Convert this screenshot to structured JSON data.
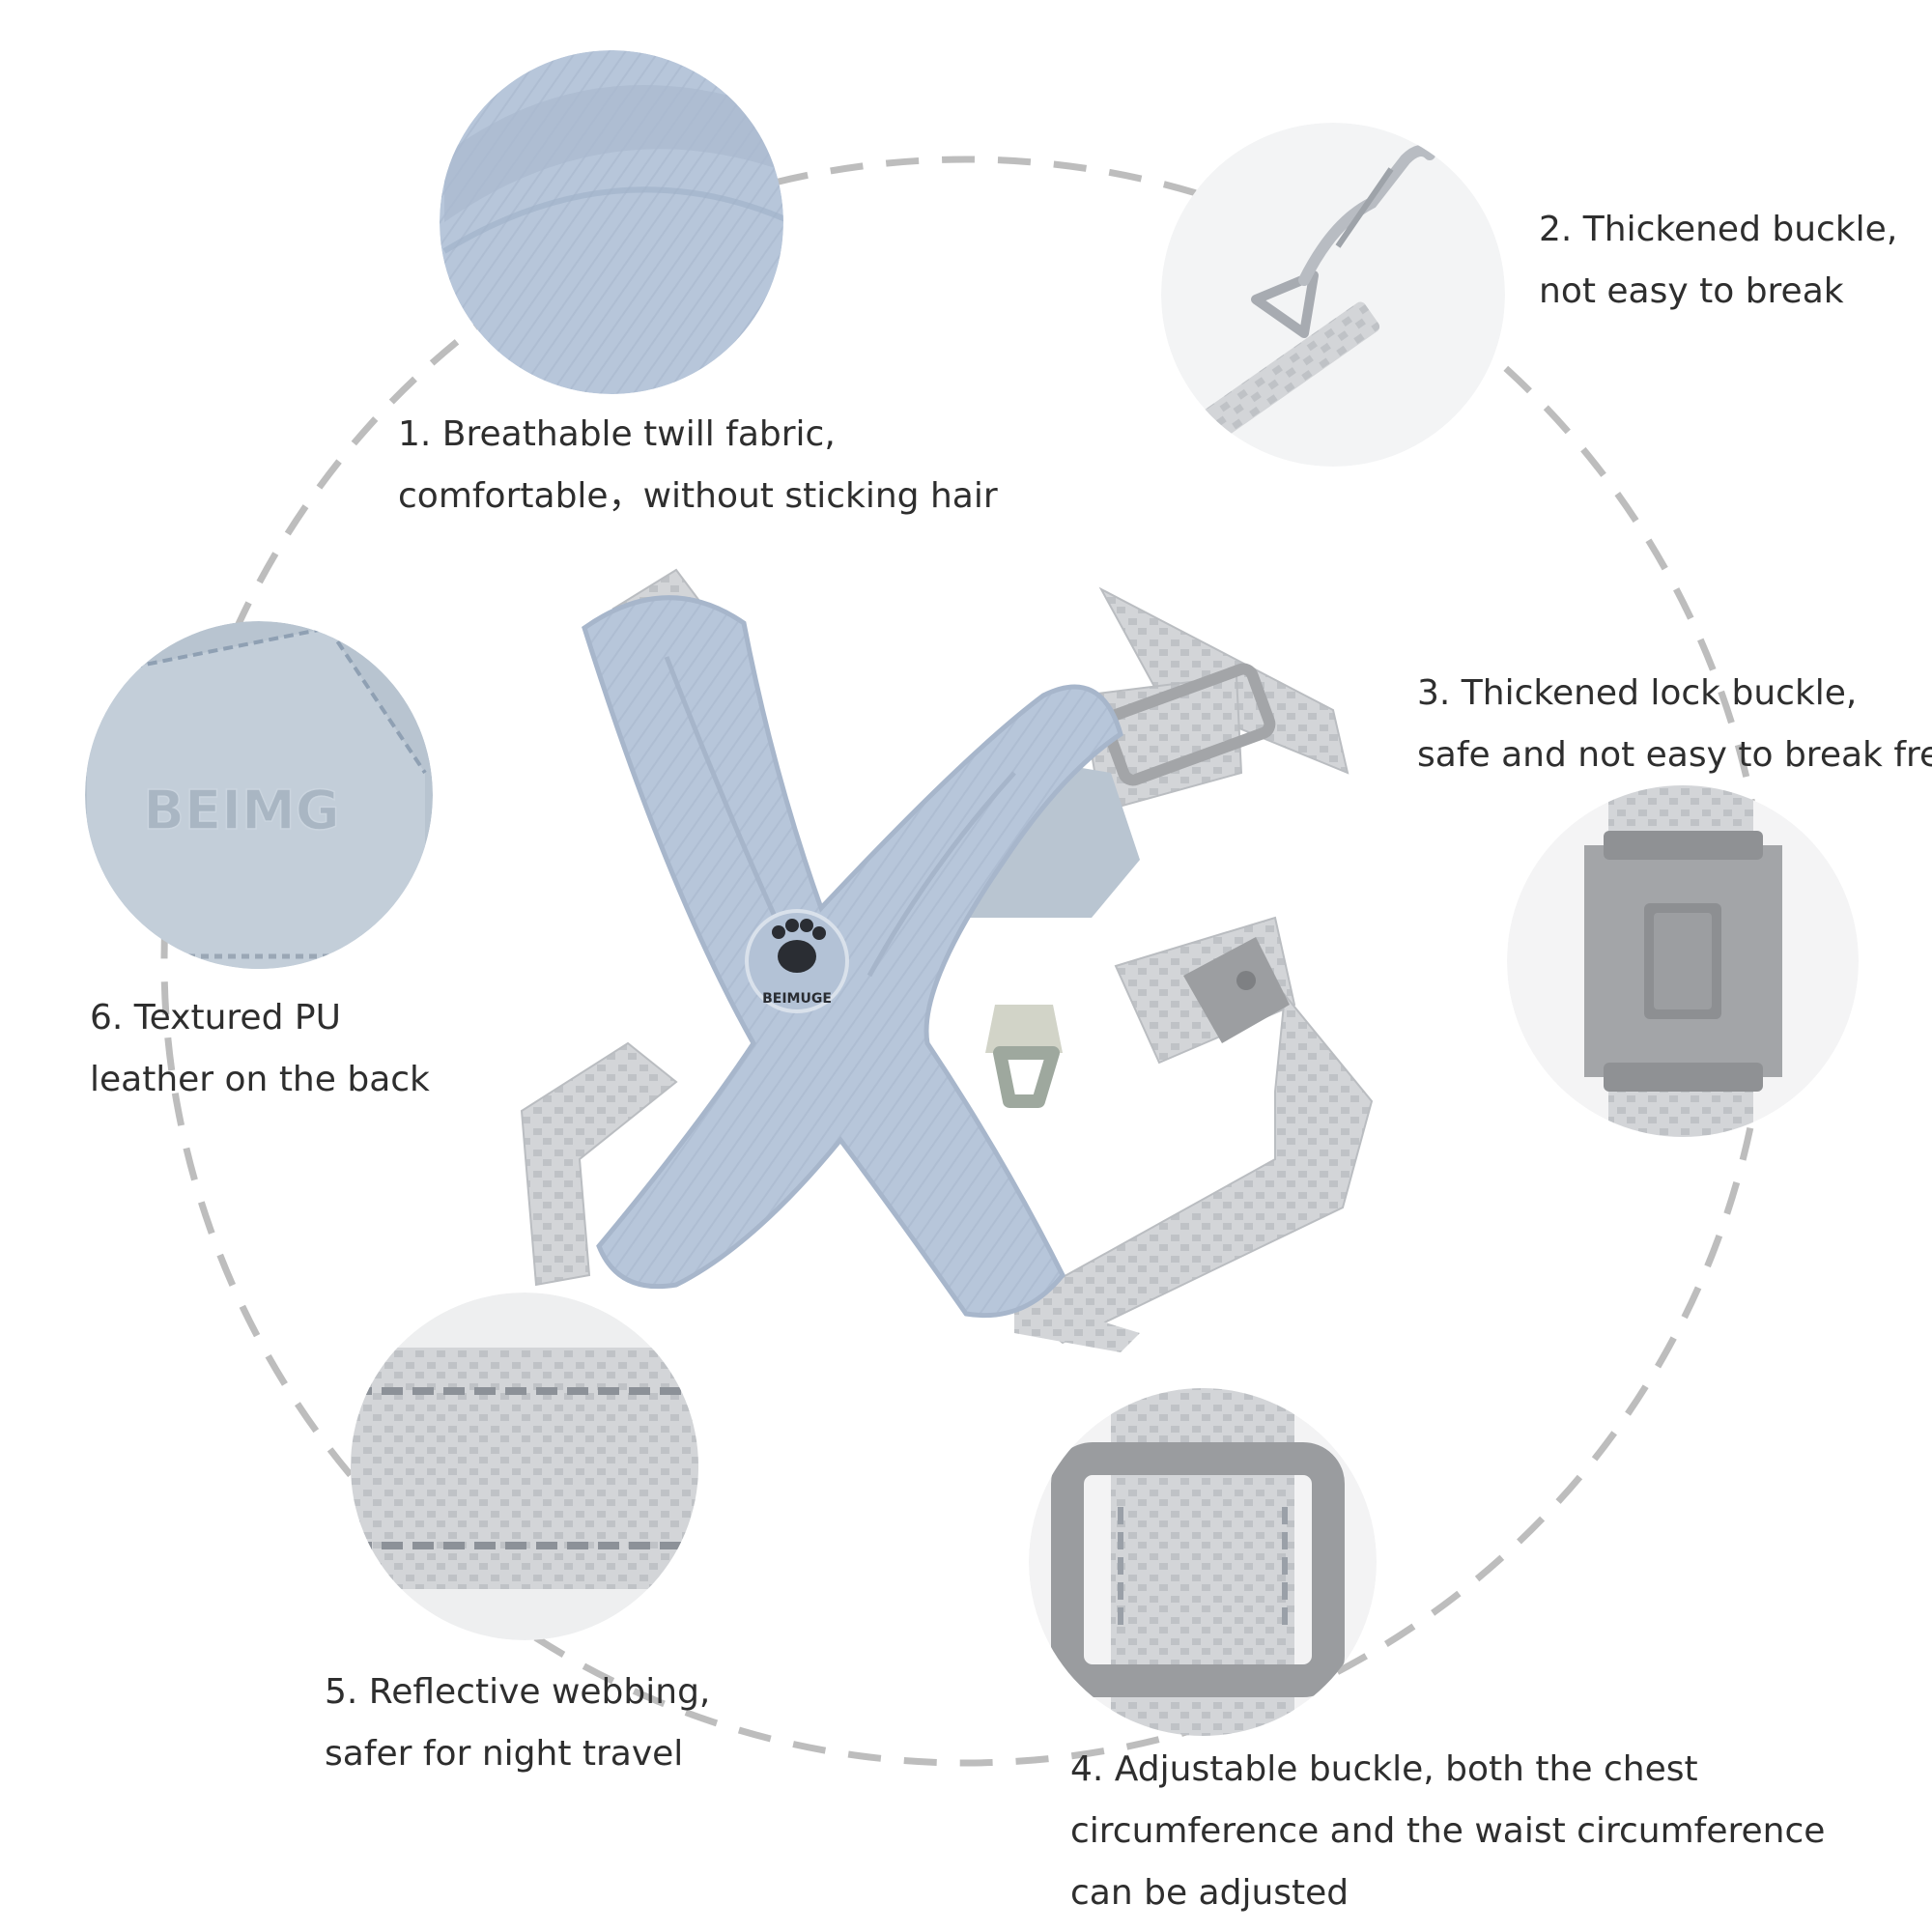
{
  "features": [
    {
      "id": 1,
      "line1": "1. Breathable twill fabric,",
      "line2": "comfortable，without sticking hair"
    },
    {
      "id": 2,
      "line1": "2. Thickened buckle,",
      "line2": "not easy to break"
    },
    {
      "id": 3,
      "line1": "3. Thickened lock buckle,",
      "line2": "safe and not easy to break free"
    },
    {
      "id": 4,
      "line1": "4. Adjustable buckle, both the chest",
      "line2": "circumference and the waist circumference",
      "line3": "can be adjusted"
    },
    {
      "id": 5,
      "line1": "5. Reflective webbing,",
      "line2": "safer for night travel"
    },
    {
      "id": 6,
      "line1": "6. Textured PU",
      "line2": "leather on the back"
    }
  ],
  "leather_emboss": "BEIMG",
  "logo_text": "BEIMUGE",
  "colors": {
    "fabric": "#b9c8dc",
    "webbing": "#c9ccd0",
    "buckle": "#9a9c9f",
    "metal": "#b8bcc2",
    "dashed_ring": "#bdbdbd"
  }
}
